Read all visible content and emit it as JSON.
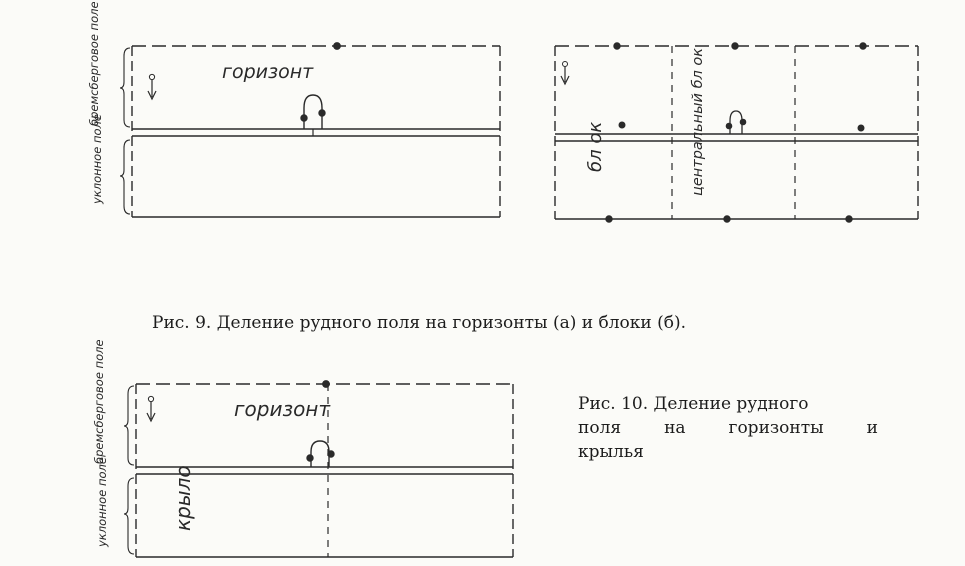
{
  "fig9": {
    "caption": "Рис. 9. Деление рудного поля на горизонты (а) и блоки (б).",
    "a": {
      "label_top_field": "бремсберговое поле",
      "label_bottom_field": "уклонное поле",
      "horizon_label": "горизонт"
    },
    "b": {
      "block_label_left": "бл ок",
      "block_label_central": "центральный бл ок"
    }
  },
  "fig10": {
    "caption_line1": "Рис. 10. Деление рудного",
    "caption_line2": "поля на горизонты и",
    "caption_line3": "крылья",
    "label_top_field": "бремсберговое поле",
    "label_bottom_field": "уклонное поле",
    "horizon_label": "горизонт",
    "wing_label": "крыло"
  }
}
